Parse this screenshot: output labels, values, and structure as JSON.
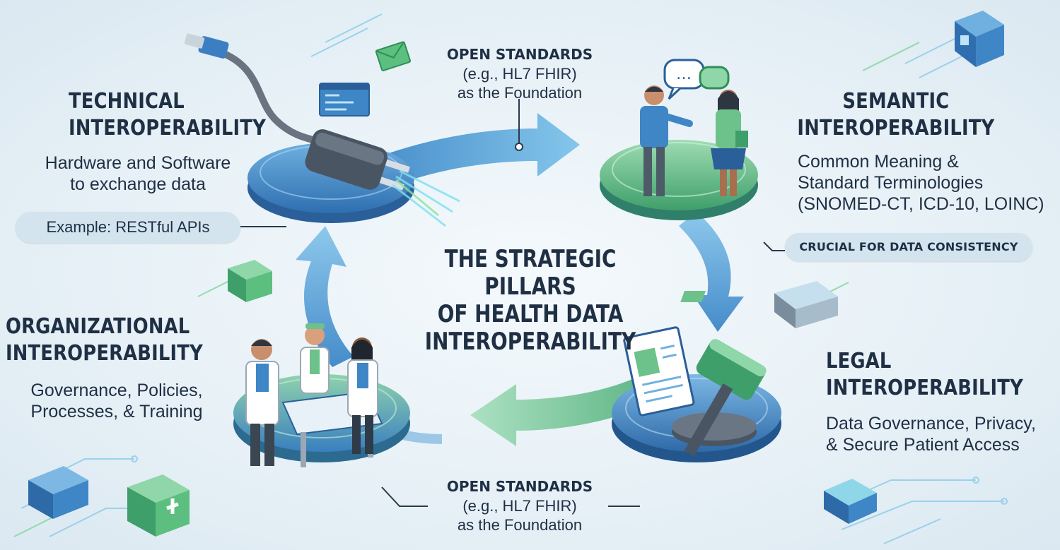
{
  "title_lines": [
    "THE STRATEGIC",
    "PILLARS",
    "OF HEALTH DATA",
    "INTEROPERABILITY"
  ],
  "standards_top": {
    "line1": "OPEN STANDARDS",
    "line2": "(e.g., HL7 FHIR)",
    "line3": "as the Foundation"
  },
  "standards_bottom": {
    "line1": "OPEN STANDARDS",
    "line2": "(e.g., HL7 FHIR)",
    "line3": "as the Foundation"
  },
  "pillars": {
    "technical": {
      "heading1": "TECHNICAL",
      "heading2": "INTEROPERABILITY",
      "desc1": "Hardware and Software",
      "desc2": "to exchange data",
      "example": "Example: RESTful APIs"
    },
    "semantic": {
      "heading1": "SEMANTIC",
      "heading2": "INTEROPERABILITY",
      "desc1": "Common Meaning &",
      "desc2": "Standard Terminologies",
      "desc3": "(SNOMED-CT, ICD-10, LOINC)",
      "note": "CRUCIAL FOR DATA CONSISTENCY"
    },
    "organizational": {
      "heading1": "ORGANIZATIONAL",
      "heading2": "INTEROPERABILITY",
      "desc1": "Governance, Policies,",
      "desc2": "Processes, & Training"
    },
    "legal": {
      "heading1": "LEGAL",
      "heading2": "INTEROPERABILITY",
      "desc1": "Data Governance, Privacy,",
      "desc2": "& Secure Patient Access"
    }
  },
  "icons": {
    "technical": "usb-plug-icon",
    "semantic": "people-talking-icon",
    "organizational": "clinicians-icon",
    "legal": "gavel-icon"
  },
  "colors": {
    "background": "#e6f0f6",
    "blue_platform": "#3f86c6",
    "green_platform": "#5cbf7f",
    "arrow_blue": "#4f9bd4",
    "arrow_green": "#6cc28a",
    "text": "#1f2f44",
    "pill": "#d3e4ef"
  }
}
